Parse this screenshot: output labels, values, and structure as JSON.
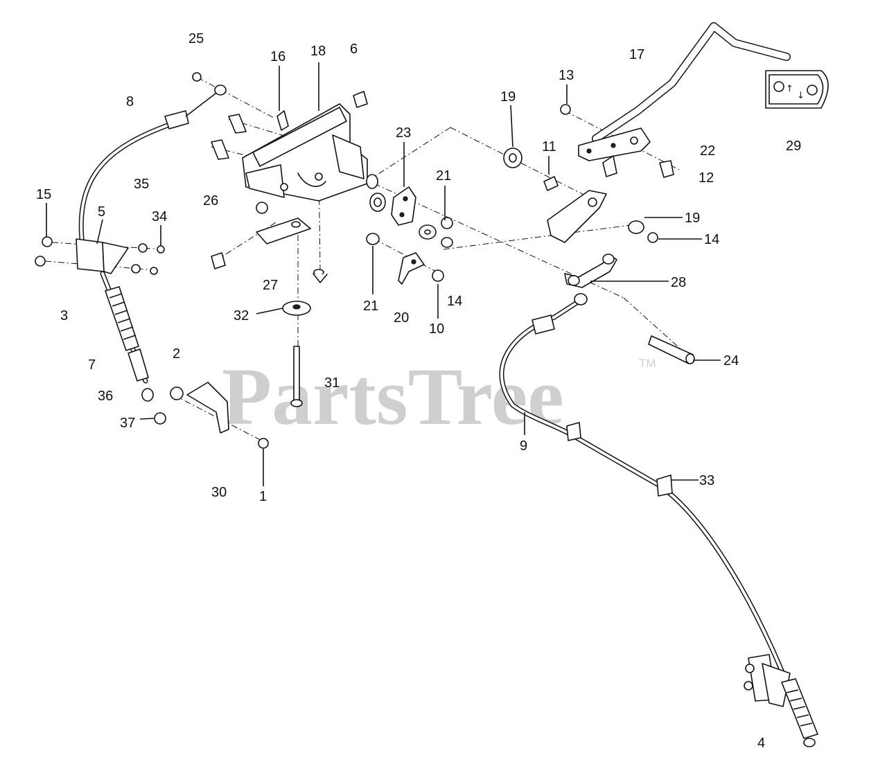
{
  "watermark": {
    "text": "PartsTree",
    "mark": "TM",
    "color": "#cfcfcf"
  },
  "decal_glyphs": {
    "up": "↑",
    "down": "↓"
  },
  "callouts": {
    "c25": "25",
    "c16": "16",
    "c18": "18",
    "c6": "6",
    "c17": "17",
    "c13": "13",
    "c8": "8",
    "c19a": "19",
    "c23": "23",
    "c11": "11",
    "c22": "22",
    "c29": "29",
    "c12": "12",
    "c21a": "21",
    "c15": "15",
    "c35": "35",
    "c26": "26",
    "c5": "5",
    "c34": "34",
    "c19b": "19",
    "c14a": "14",
    "c28": "28",
    "c27": "27",
    "c21b": "21",
    "c14b": "14",
    "c3": "3",
    "c32": "32",
    "c20": "20",
    "c10": "10",
    "c24": "24",
    "c2": "2",
    "c7": "7",
    "c31": "31",
    "c36": "36",
    "c9": "9",
    "c37": "37",
    "c33": "33",
    "c30": "30",
    "c1": "1",
    "c4": "4"
  }
}
